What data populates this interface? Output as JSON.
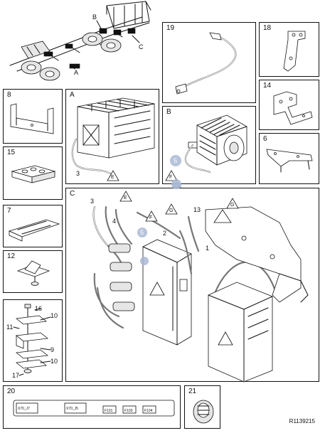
{
  "overview": {
    "callouts": {
      "a": "A",
      "b": "B",
      "c": "C"
    }
  },
  "panels": {
    "p19": {
      "label": "19"
    },
    "p18": {
      "label": "18"
    },
    "p8": {
      "label": "8"
    },
    "pA": {
      "label": "A",
      "ref3": "3",
      "tri_e": "E"
    },
    "p14": {
      "label": "14"
    },
    "pB": {
      "label": "B",
      "tri_f": "F",
      "callout": "5"
    },
    "p6": {
      "label": "6"
    },
    "p15": {
      "label": "15"
    },
    "pC": {
      "label": "C",
      "refs": {
        "r3": "3",
        "r4": "4",
        "r2": "2",
        "r5": "5",
        "r1": "1",
        "r13": "13"
      },
      "tris": {
        "e": "E",
        "f": "F",
        "g1": "G",
        "g2": "G"
      }
    },
    "p7": {
      "label": "7"
    },
    "p12": {
      "label": "12"
    },
    "pX": {
      "refs": {
        "r16": "16",
        "r10a": "10",
        "r11": "11",
        "r9": "9",
        "r10b": "10",
        "r17": "17"
      }
    },
    "p20": {
      "label": "20",
      "tags": [
        "X70_J7",
        "X70_J5",
        "F101",
        "F103",
        "F104"
      ]
    },
    "p21": {
      "label": "21"
    }
  },
  "doc_id": "R1139215",
  "colors": {
    "line": "#111111",
    "callout": "#a9b8d4",
    "wire": "#777777"
  }
}
